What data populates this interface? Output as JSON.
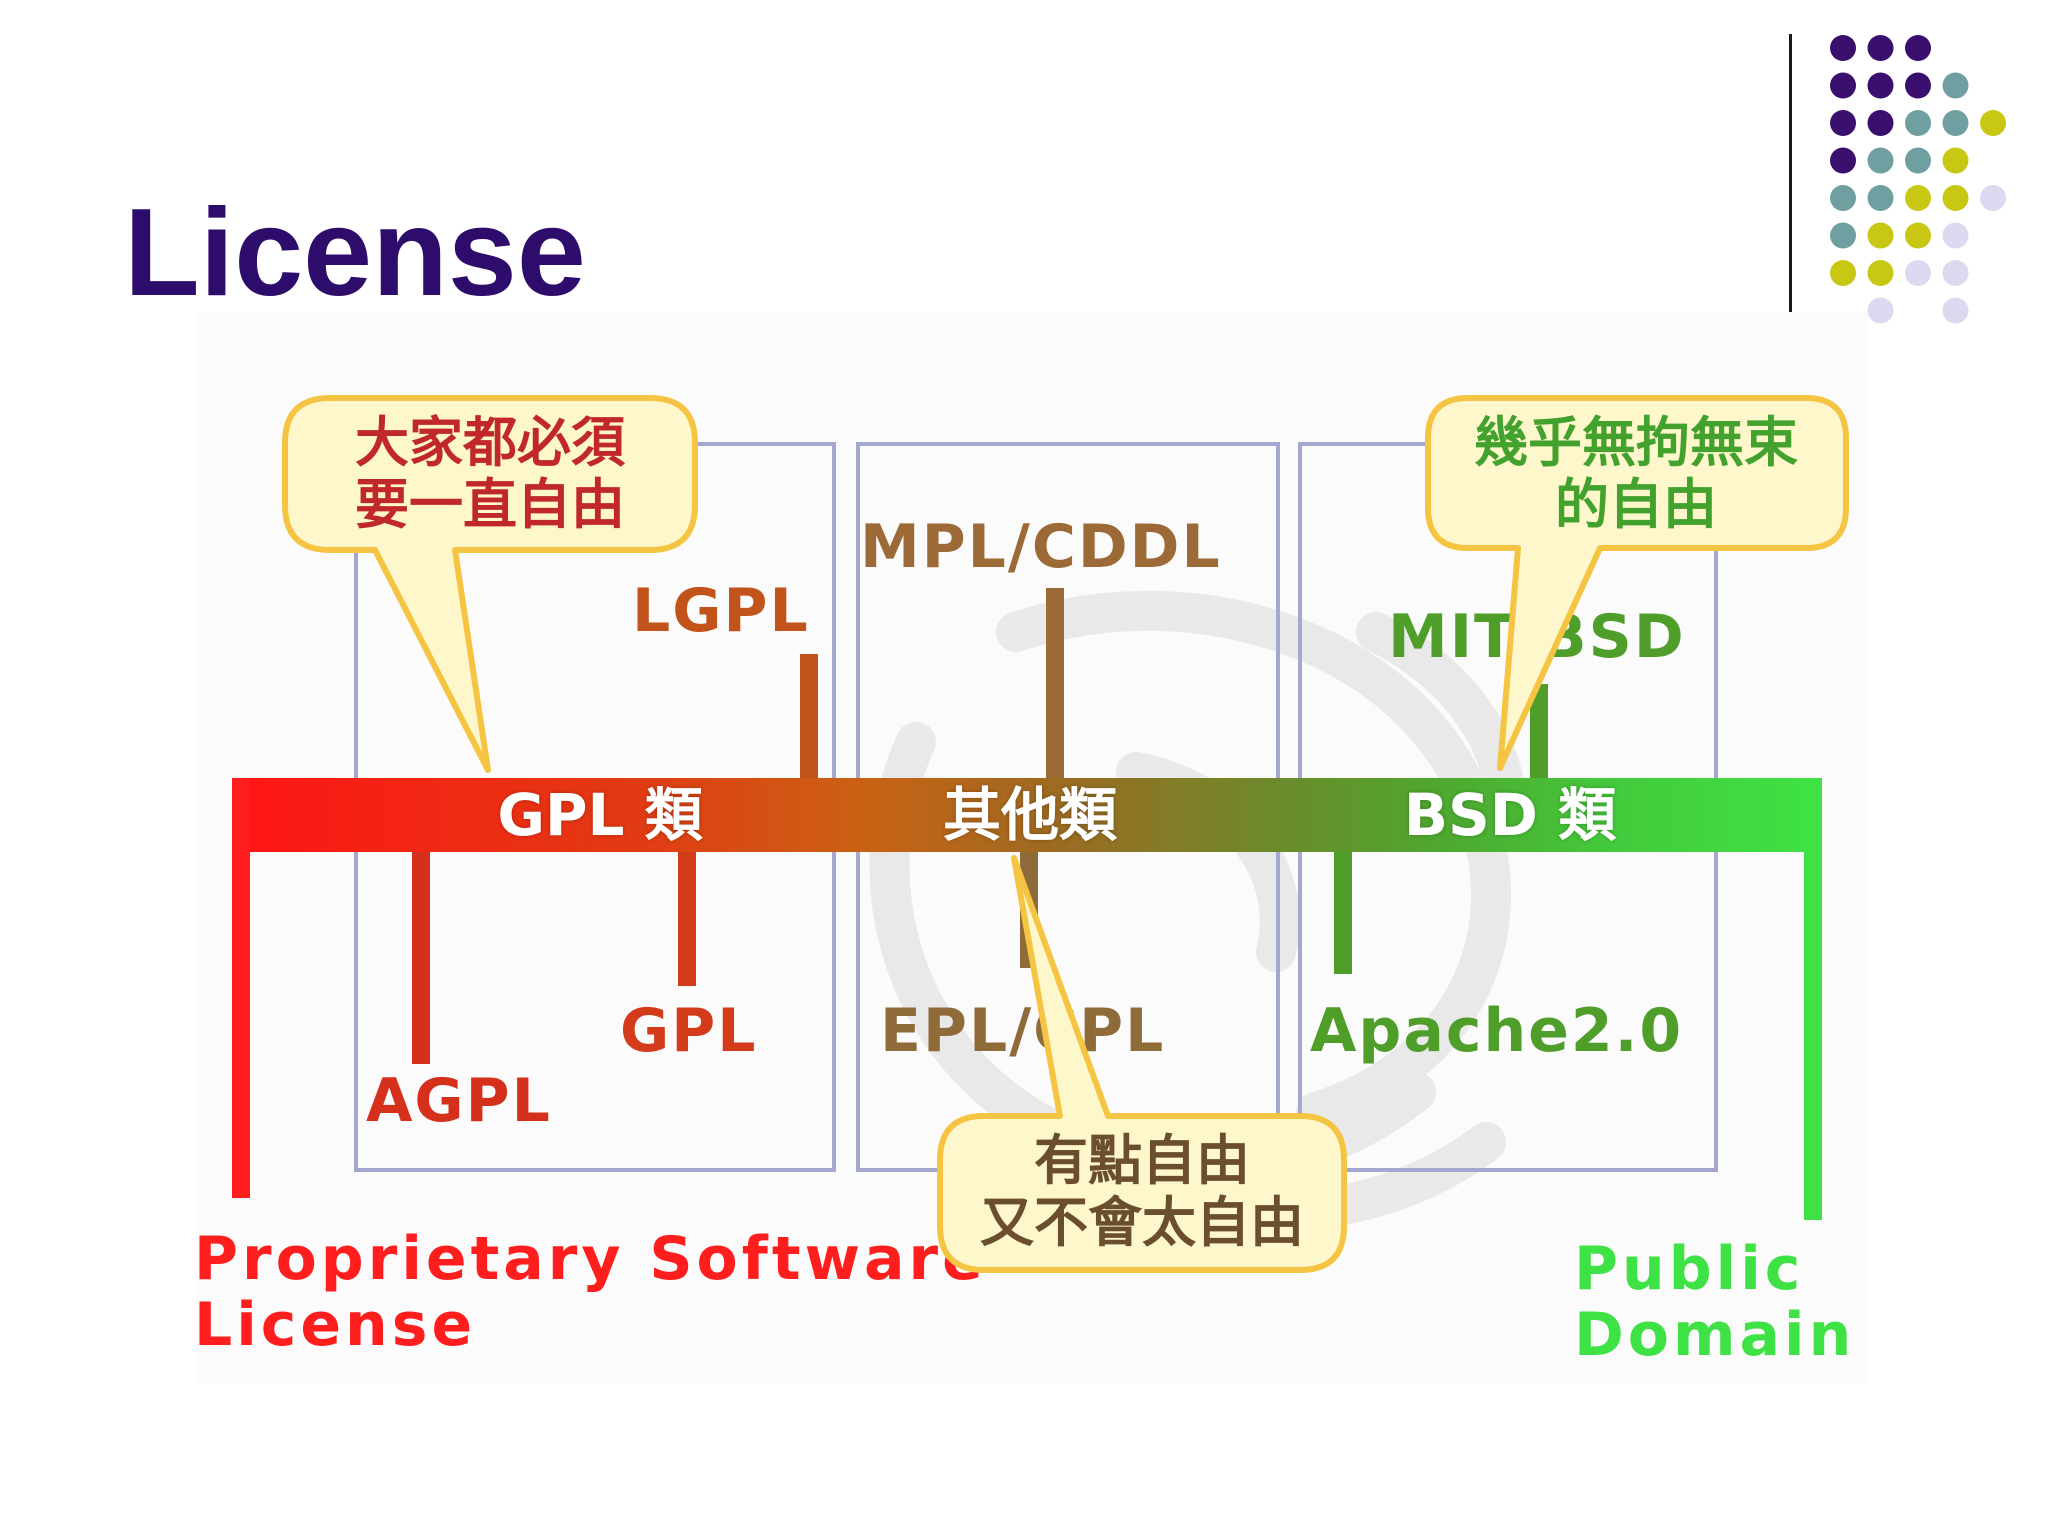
{
  "slide": {
    "title": "License"
  },
  "decor": {
    "dot_colors": [
      "#3a0f6e",
      "#6f9fa0",
      "#c8c814",
      "#dcdaf0"
    ]
  },
  "categories": [
    {
      "label": "GPL 類"
    },
    {
      "label": "其他類"
    },
    {
      "label": "BSD 類"
    }
  ],
  "licenses": {
    "lgpl": "LGPL",
    "mpl_cddl": "MPL/CDDL",
    "mit_bsd": "MIT/BSD",
    "agpl": "AGPL",
    "gpl": "GPL",
    "epl_cpl": "EPL/CPL",
    "apache": "Apache2.0"
  },
  "ends": {
    "left_line1": "Proprietary Software",
    "left_line2": "License",
    "right_line1": "Public",
    "right_line2": "Domain"
  },
  "callouts": {
    "gpl_line1": "大家都必須",
    "gpl_line2": "要一直自由",
    "bsd_line1": "幾乎無拘無束",
    "bsd_line2": "的自由",
    "other_line1": "有點自由",
    "other_line2": "又不會太自由"
  },
  "colors": {
    "title": "#2e0c6b",
    "proprietary": "#ff1e1e",
    "public_domain": "#3fe244",
    "callout_fill": "#fff7cc",
    "callout_border": "#f4c442"
  }
}
